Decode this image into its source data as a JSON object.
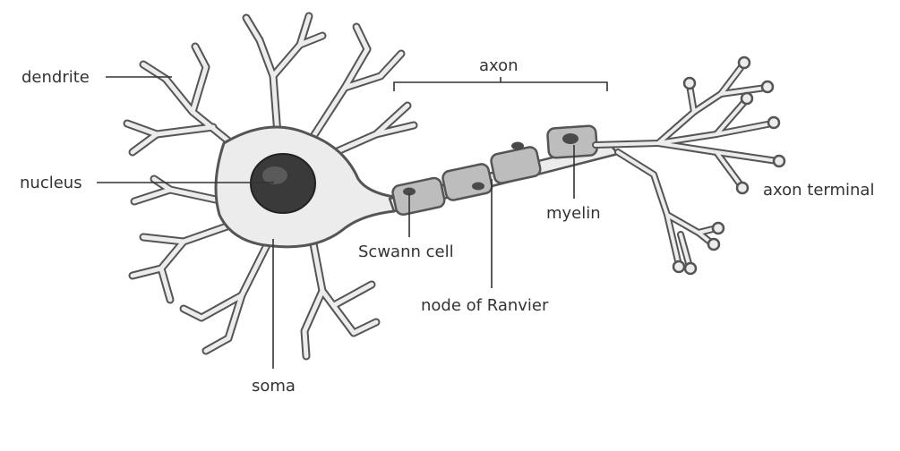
{
  "labels": {
    "dendrite": "dendrite",
    "nucleus": "nucleus",
    "soma": "soma",
    "axon": "axon",
    "schwann_cell": "Scwann cell",
    "node_of_ranvier": "node of Ranvier",
    "myelin": "myelin",
    "axon_terminal": "axon terminal"
  },
  "colors": {
    "cell_fill": "#ececec",
    "cell_outline": "#555555",
    "nucleus_fill": "#3a3a3a",
    "myelin_fill": "#bdbdbd",
    "label_text": "#333333"
  }
}
